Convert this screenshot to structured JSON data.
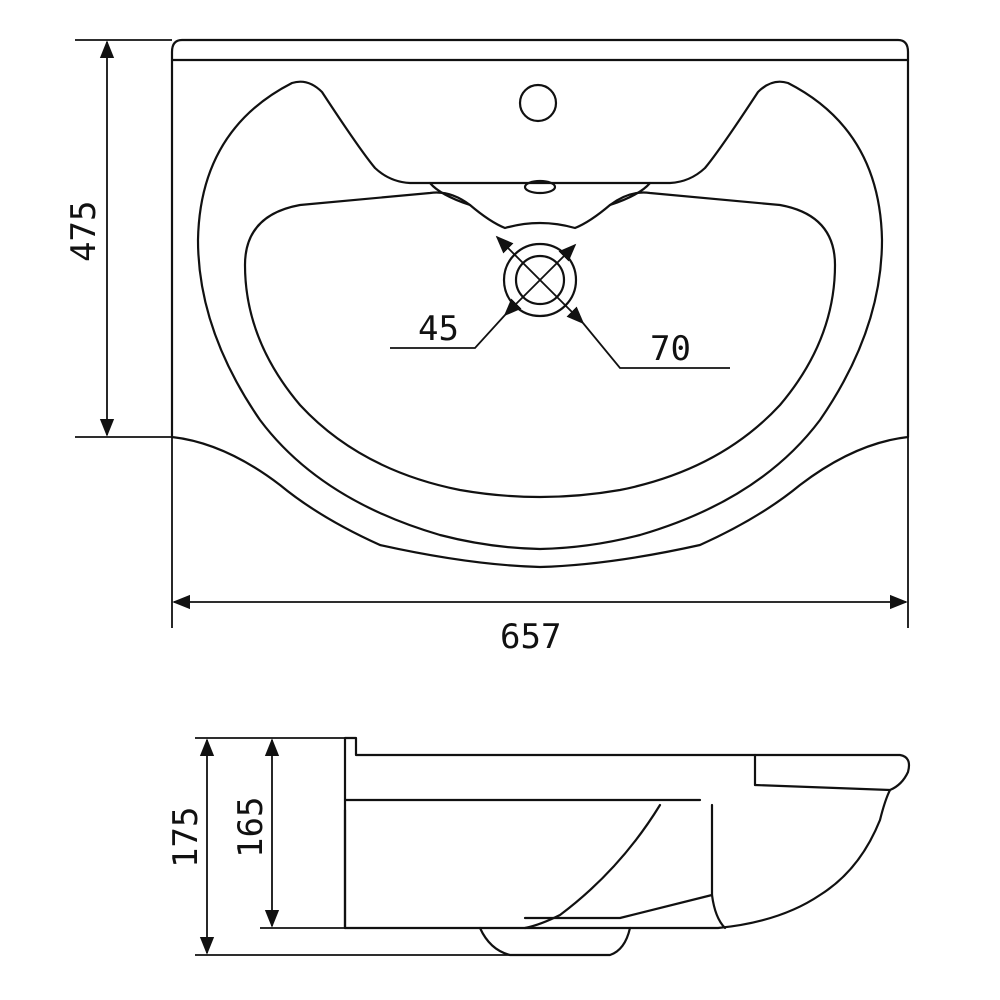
{
  "top_view": {
    "depth_label": "475",
    "width_label": "657",
    "drain_diameter_label": "45",
    "drain_outer_label": "70"
  },
  "side_view": {
    "total_height_label": "175",
    "bowl_height_label": "165"
  },
  "colors": {
    "line": "#111111",
    "background": "#ffffff"
  }
}
